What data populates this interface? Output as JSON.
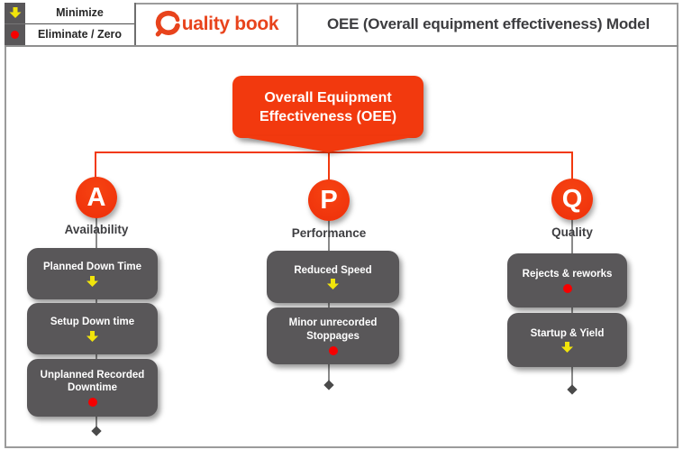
{
  "header": {
    "legend": [
      {
        "icon": "minimize-arrow-icon",
        "label": "Minimize"
      },
      {
        "icon": "eliminate-dot-icon",
        "label": "Eliminate / Zero"
      }
    ],
    "logo_text": "uality book",
    "title": "OEE (Overall equipment effectiveness) Model"
  },
  "diagram": {
    "root_label": "Overall Equipment Effectiveness (OEE)",
    "branches": [
      {
        "letter": "A",
        "label": "Availability",
        "items": [
          {
            "label": "Planned Down Time",
            "indicator": "minimize"
          },
          {
            "label": "Setup Down time",
            "indicator": "minimize"
          },
          {
            "label": "Unplanned Recorded Downtime",
            "indicator": "eliminate"
          }
        ]
      },
      {
        "letter": "P",
        "label": "Performance",
        "items": [
          {
            "label": "Reduced Speed",
            "indicator": "minimize"
          },
          {
            "label": "Minor unrecorded Stoppages",
            "indicator": "eliminate"
          }
        ]
      },
      {
        "letter": "Q",
        "label": "Quality",
        "items": [
          {
            "label": "Rejects & reworks",
            "indicator": "eliminate"
          },
          {
            "label": "Startup & Yield",
            "indicator": "minimize"
          }
        ]
      }
    ]
  },
  "colors": {
    "accent_red": "#f2390e",
    "logo_red": "#e8431c",
    "box_gray": "#595759",
    "text_dark": "#3d3d40",
    "minimize_yellow": "#f1e40b",
    "eliminate_red": "#f50000",
    "line_gray": "#8a8a8a"
  }
}
